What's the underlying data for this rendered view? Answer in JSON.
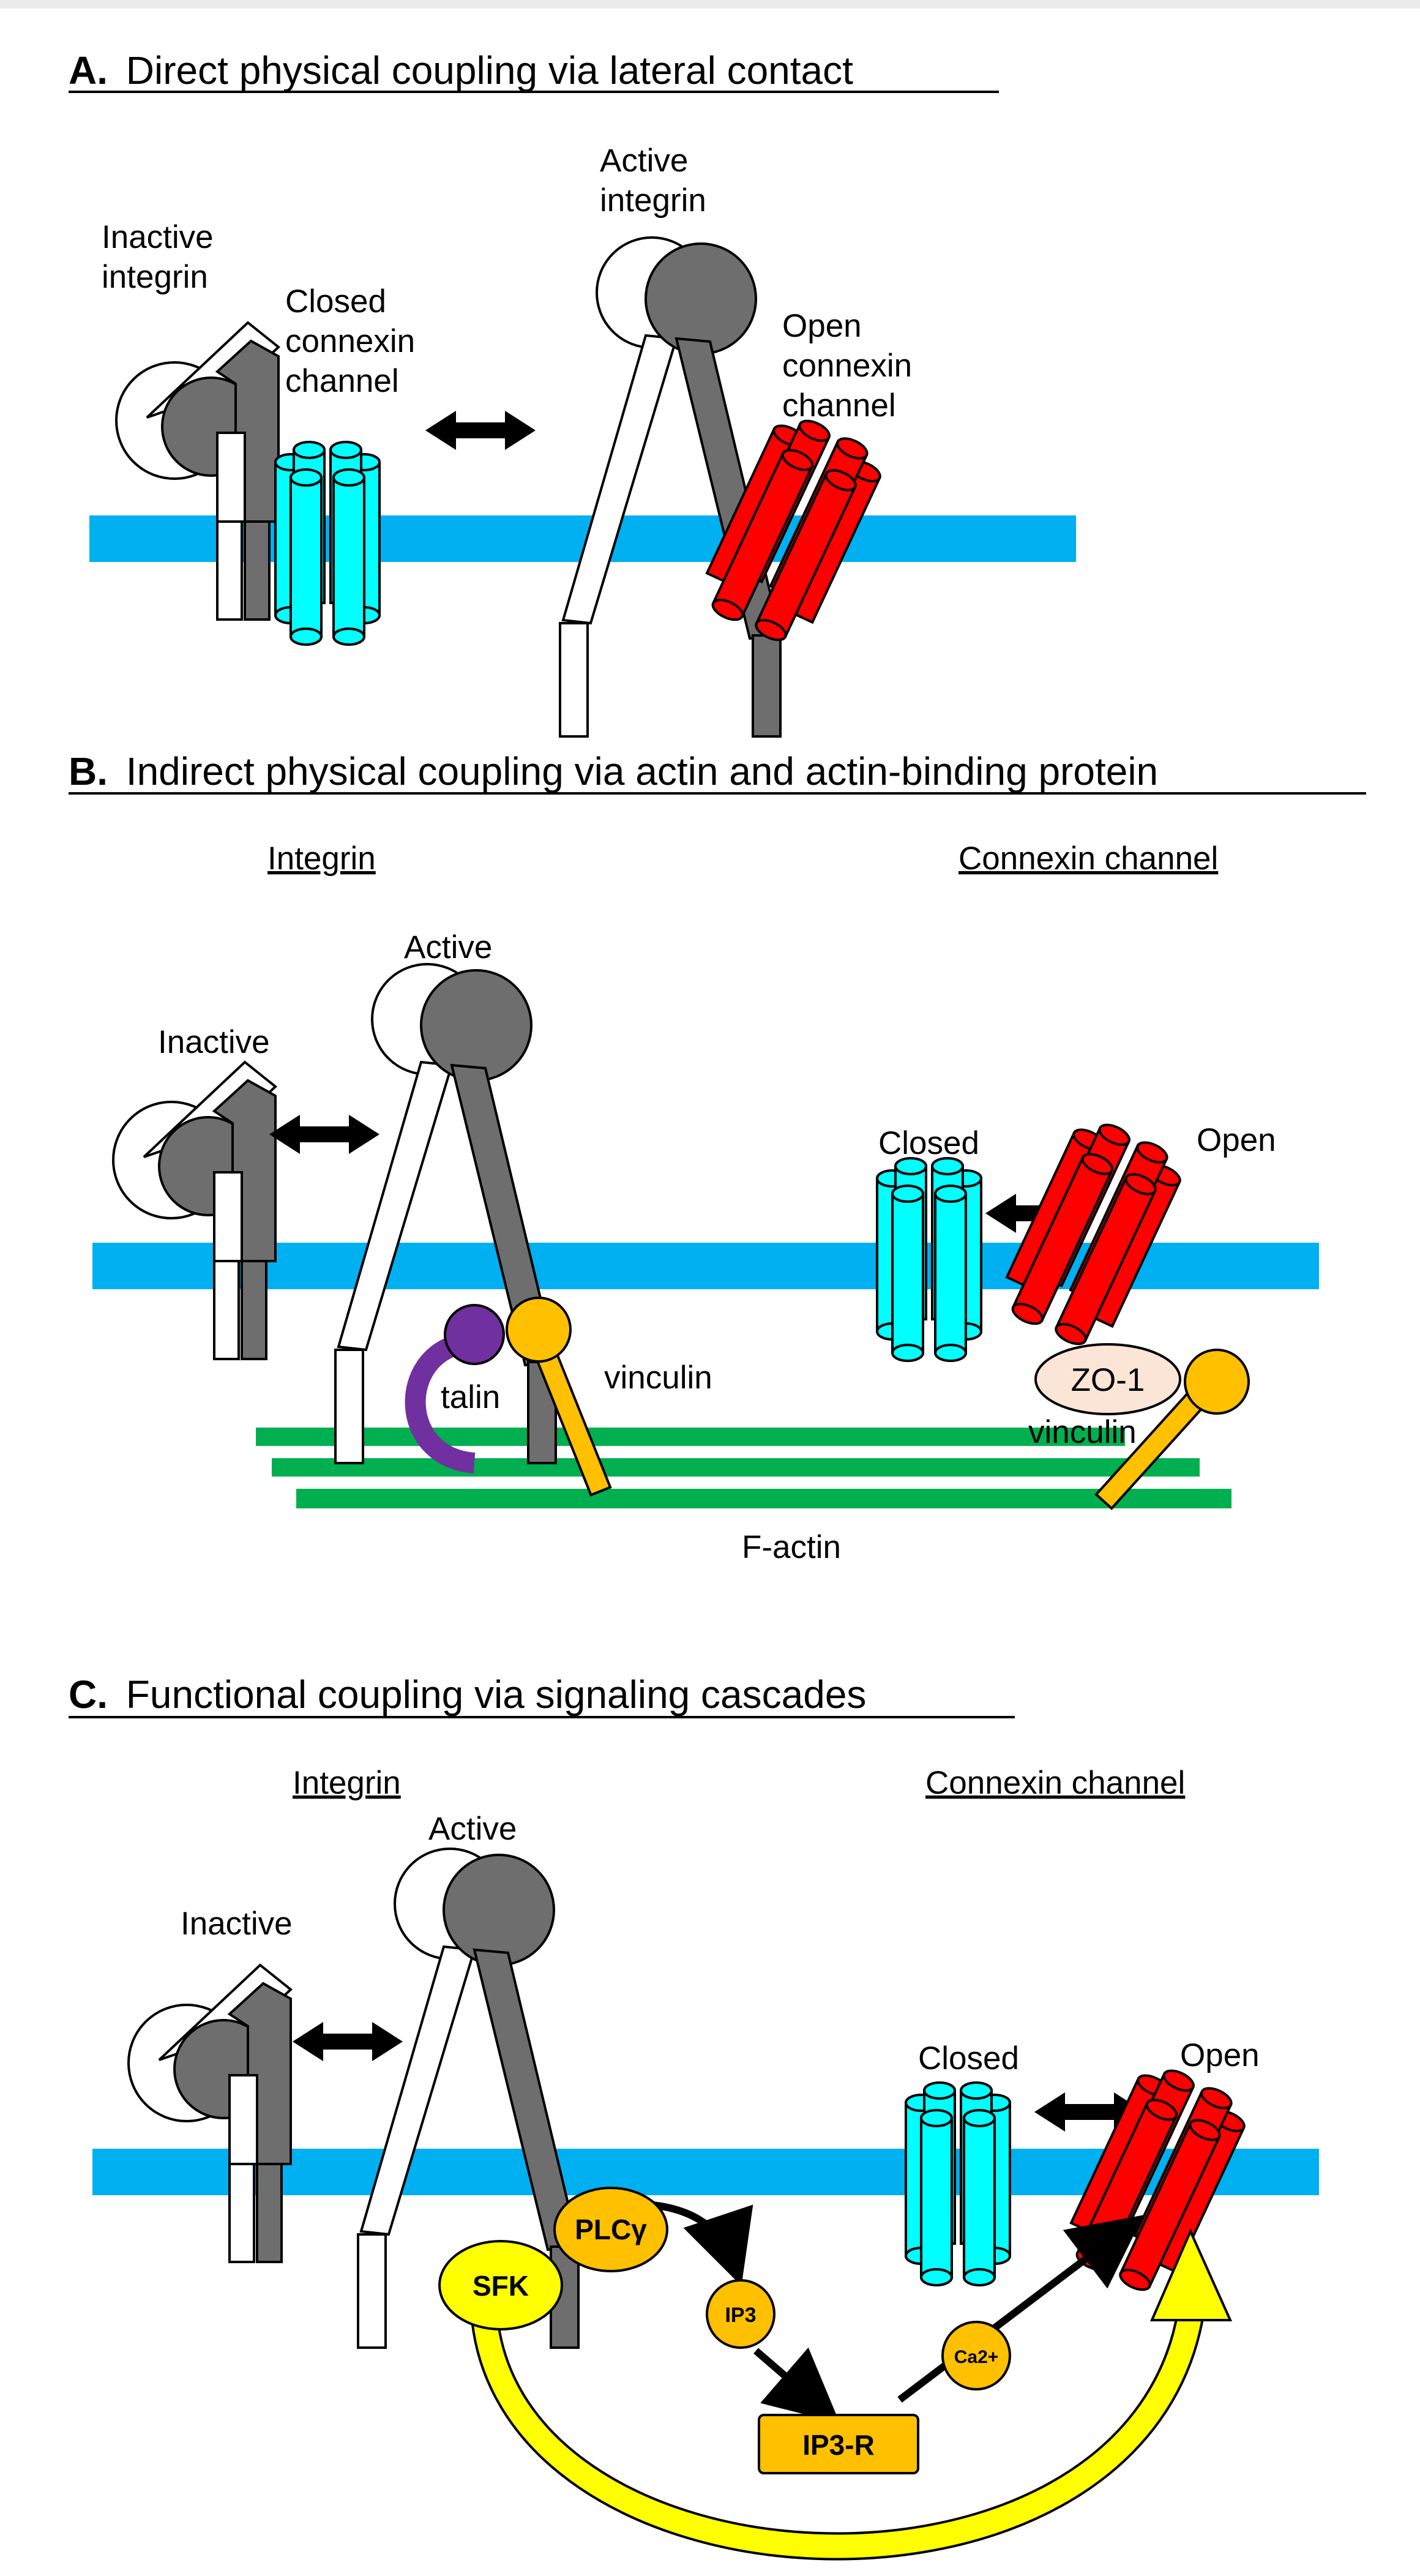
{
  "panel_a": {
    "letter": "A.",
    "title": "Direct physical coupling via lateral contact",
    "inactive_integrin": [
      "Inactive",
      "integrin"
    ],
    "active_integrin": [
      "Active",
      "integrin"
    ],
    "closed_channel": [
      "Closed",
      "connexin",
      "channel"
    ],
    "open_channel": [
      "Open",
      "connexin",
      "channel"
    ]
  },
  "panel_b": {
    "letter": "B.",
    "title": "Indirect physical coupling via actin and actin-binding protein",
    "integrin_header": "Integrin",
    "connexin_header": "Connexin channel",
    "inactive": "Inactive",
    "active": "Active",
    "closed": "Closed",
    "open": "Open",
    "talin": "talin",
    "vinculin": "vinculin",
    "zo1": "ZO-1",
    "vinculin2": "vinculin",
    "factin": "F-actin"
  },
  "panel_c": {
    "letter": "C.",
    "title": "Functional coupling via signaling cascades",
    "integrin_header": "Integrin",
    "connexin_header": "Connexin channel",
    "inactive": "Inactive",
    "active": "Active",
    "closed": "Closed",
    "open": "Open",
    "sfk": "SFK",
    "plc": "PLCγ",
    "ip3": "IP3",
    "ip3r": "IP3-R",
    "ca": "Ca2+"
  },
  "colors": {
    "membrane": "#00b0f0",
    "closed_channel": "#00ffff",
    "open_channel": "#ff0000",
    "integrin_dark": "#6e6e6e",
    "talin": "#7030a0",
    "vinculin": "#ffc000",
    "actin": "#00b050",
    "sfk": "#ffff00",
    "zo1": "#fbe5d6"
  }
}
